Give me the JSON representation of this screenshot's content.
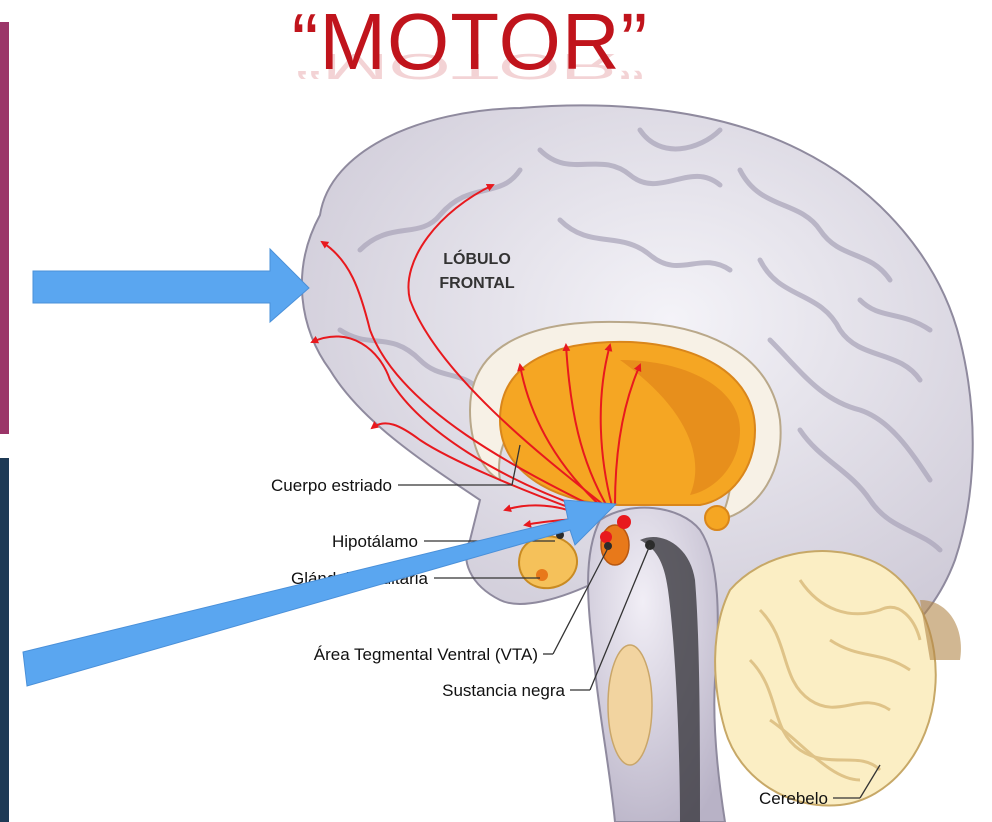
{
  "title": "“MOTOR”",
  "colors": {
    "title": "#c0141c",
    "accent_bar_top": "#9b3568",
    "accent_bar_bottom": "#1e3a55",
    "blue_arrow": "#5aa6f0",
    "striatum": "#f5a623",
    "pathway": "#e8191e",
    "brain_fill": "#e8e6ee",
    "cerebellum": "#fbeec4"
  },
  "labels": {
    "frontal_lobe": [
      "LÓBULO",
      "FRONTAL"
    ],
    "striatum": "Cuerpo estriado",
    "hypothalamus": "Hipotálamo",
    "pituitary": "Glándula pituitaria",
    "vta": "Área Tegmental Ventral (VTA)",
    "substantia_nigra": "Sustancia negra",
    "cerebellum": "Cerebelo"
  }
}
